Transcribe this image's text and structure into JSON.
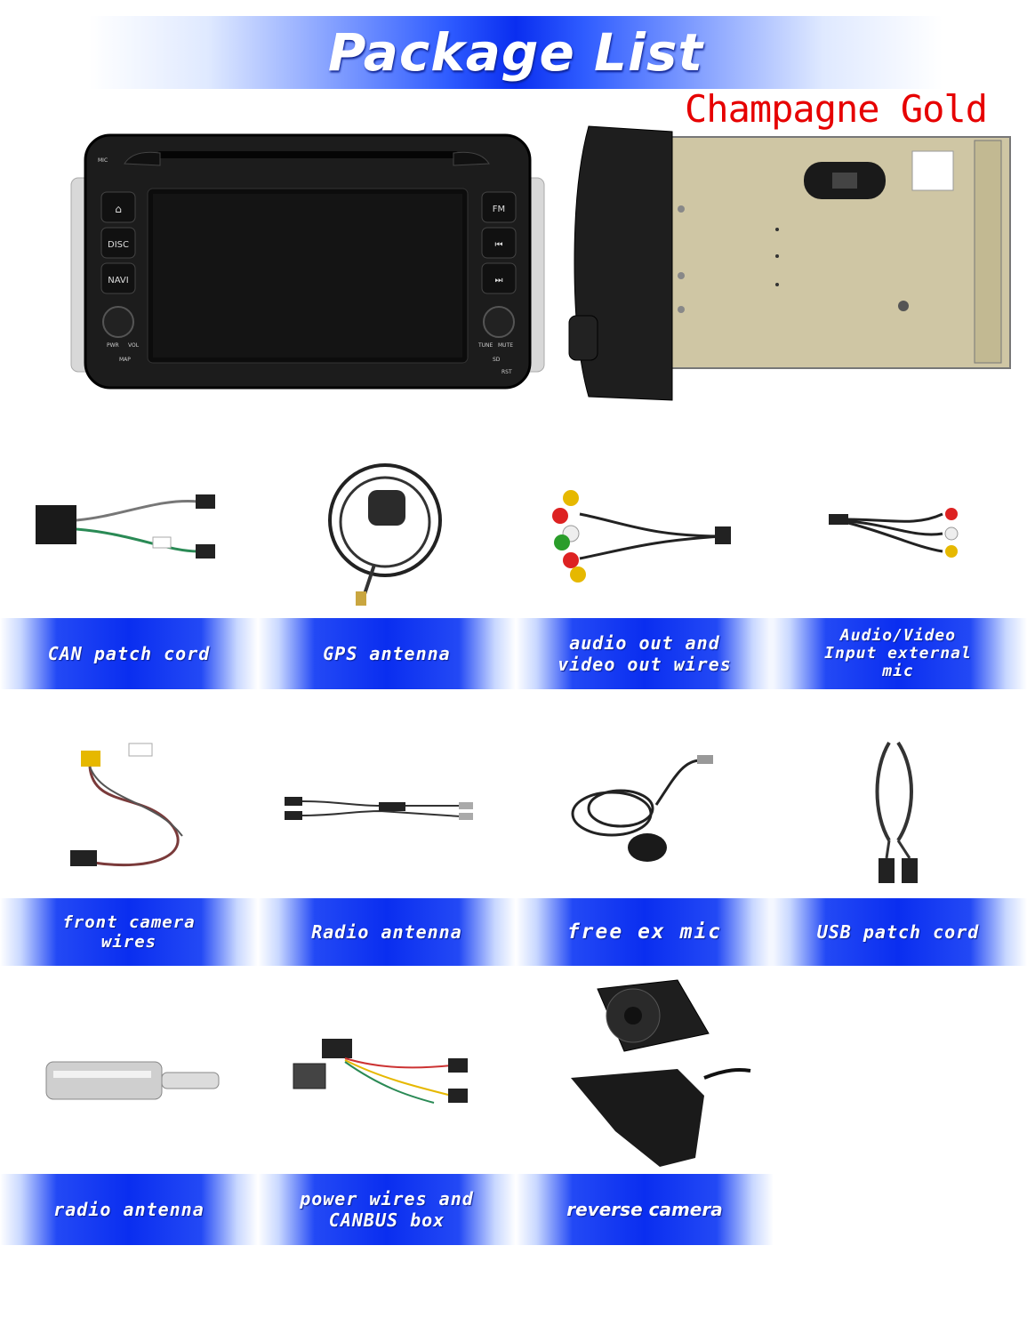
{
  "header": {
    "title": "Package List",
    "color_option": "Champagne Gold"
  },
  "head_unit": {
    "buttons": [
      "DISC",
      "NAVI",
      "FM"
    ],
    "small_labels": [
      "MIC",
      "PWR",
      "VOL",
      "MAP",
      "TUNE",
      "MUTE",
      "SD",
      "RST"
    ]
  },
  "items": [
    {
      "label": "CAN patch cord"
    },
    {
      "label": "GPS antenna"
    },
    {
      "label": "audio out and video out wires"
    },
    {
      "label": "Audio/Video Input external mic"
    },
    {
      "label": "front camera wires"
    },
    {
      "label": "Radio antenna"
    },
    {
      "label": "free ex mic"
    },
    {
      "label": "USB patch cord"
    },
    {
      "label": "radio antenna"
    },
    {
      "label": "power wires and CANBUS box"
    },
    {
      "label": "reverse camera"
    }
  ],
  "colors": {
    "banner_blue": "#0a2ef0",
    "accent_red": "#e60000",
    "chassis_gold": "#cfc6a4",
    "unit_black": "#1a1a1a"
  }
}
